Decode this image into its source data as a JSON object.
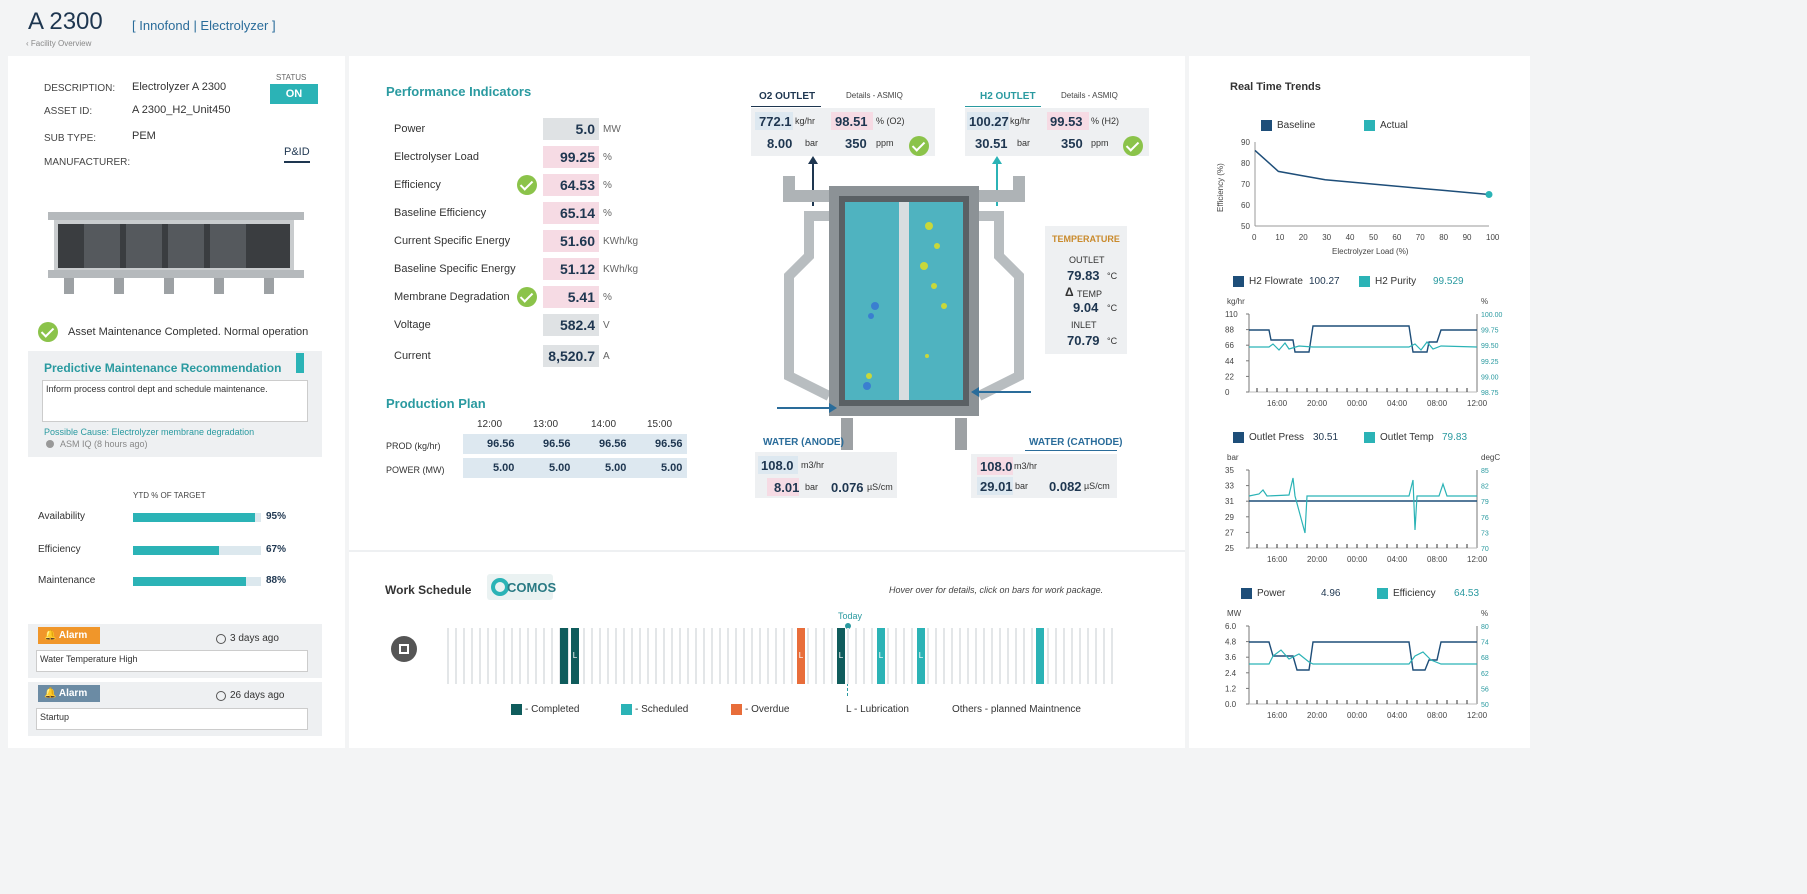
{
  "header": {
    "title": "A 2300",
    "breadcrumb": "[ Innofond | Electrolyzer ]",
    "back_link": "Facility Overview"
  },
  "asset": {
    "description_label": "DESCRIPTION:",
    "description": "Electrolyzer A 2300",
    "asset_id_label": "ASSET ID:",
    "asset_id": "A 2300_H2_Unit450",
    "subtype_label": "SUB TYPE:",
    "subtype": "PEM",
    "manufacturer_label": "MANUFACTURER:",
    "status_label": "STATUS",
    "status": "ON",
    "pid": "P&ID"
  },
  "maintenance": {
    "completed": "Asset Maintenance Completed. Normal operation",
    "recommendation_title": "Predictive Maintenance Recommendation",
    "recommendation_text": "Inform process control dept and schedule maintenance.",
    "cause": "Possible Cause: Electrolyzer membrane degradation",
    "source": "ASM IQ (8 hours ago)"
  },
  "ytd": {
    "title": "YTD % OF TARGET",
    "items": [
      {
        "label": "Availability",
        "value": "95%",
        "fraction": 0.95
      },
      {
        "label": "Efficiency",
        "value": "67%",
        "fraction": 0.67
      },
      {
        "label": "Maintenance",
        "value": "88%",
        "fraction": 0.88
      }
    ]
  },
  "alarms": [
    {
      "label": "Alarm",
      "time": "3 days ago",
      "text": "Water Temperature High",
      "color": "#f0962a"
    },
    {
      "label": "Alarm",
      "time": "26 days ago",
      "text": "Startup",
      "color": "#6b8ba4"
    }
  ],
  "performance": {
    "title": "Performance Indicators",
    "rows": [
      {
        "label": "Power",
        "value": "5.0",
        "unit": "MW"
      },
      {
        "label": "Electrolyser Load",
        "value": "99.25",
        "unit": "%"
      },
      {
        "label": "Efficiency",
        "value": "64.53",
        "unit": "%"
      },
      {
        "label": "Baseline Efficiency",
        "value": "65.14",
        "unit": "%"
      },
      {
        "label": "Current Specific Energy",
        "value": "51.60",
        "unit": "KWh/kg"
      },
      {
        "label": "Baseline Specific Energy",
        "value": "51.12",
        "unit": "KWh/kg"
      },
      {
        "label": "Membrane Degradation",
        "value": "5.41",
        "unit": "%"
      },
      {
        "label": "Voltage",
        "value": "582.4",
        "unit": "V"
      },
      {
        "label": "Current",
        "value": "8,520.7",
        "unit": "A"
      }
    ]
  },
  "production": {
    "title": "Production Plan",
    "times": [
      "12:00",
      "13:00",
      "14:00",
      "15:00"
    ],
    "prod_label": "PROD (kg/hr)",
    "prod": [
      "96.56",
      "96.56",
      "96.56",
      "96.56"
    ],
    "power_label": "POWER (MW)",
    "power": [
      "5.00",
      "5.00",
      "5.00",
      "5.00"
    ]
  },
  "o2": {
    "title": "O2 OUTLET",
    "details": "Details - ASMIQ",
    "flow": "772.1",
    "flow_unit": "kg/hr",
    "purity": "98.51",
    "purity_unit": "% (O2)",
    "pressure": "8.00",
    "pressure_unit": "bar",
    "ppm": "350",
    "ppm_unit": "ppm"
  },
  "h2": {
    "title": "H2 OUTLET",
    "details": "Details - ASMIQ",
    "flow": "100.27",
    "flow_unit": "kg/hr",
    "purity": "99.53",
    "purity_unit": "% (H2)",
    "pressure": "30.51",
    "pressure_unit": "bar",
    "ppm": "350",
    "ppm_unit": "ppm"
  },
  "temperature": {
    "title": "TEMPERATURE",
    "outlet_label": "OUTLET",
    "outlet": "79.83",
    "delta_label": "TEMP",
    "delta": "9.04",
    "inlet_label": "INLET",
    "inlet": "70.79",
    "unit": "°C"
  },
  "water_anode": {
    "title": "WATER (ANODE)",
    "flow": "108.0",
    "flow_unit": "m3/hr",
    "pressure": "8.01",
    "pressure_unit": "bar",
    "cond": "0.076",
    "cond_unit": "µS/cm"
  },
  "water_cathode": {
    "title": "WATER (CATHODE)",
    "flow": "108.0",
    "flow_unit": "m3/hr",
    "pressure": "29.01",
    "pressure_unit": "bar",
    "cond": "0.082",
    "cond_unit": "µS/cm"
  },
  "schedule": {
    "title": "Work Schedule",
    "logo": "COMOS",
    "hint": "Hover over for details, click on bars for work package.",
    "today": "Today",
    "legend": {
      "completed": "- Completed",
      "scheduled": "- Scheduled",
      "overdue": "- Overdue",
      "lubrication": "L - Lubrication",
      "others": "Others - planned Maintnence"
    },
    "lube_mark": "L"
  },
  "trends": {
    "title": "Real Time Trends",
    "chart1": {
      "legend_baseline": "Baseline",
      "legend_actual": "Actual",
      "ylabel": "Efficiency (%)",
      "xlabel": "Electrolyzer Load (%)",
      "yticks": [
        "90",
        "80",
        "70",
        "60",
        "50"
      ],
      "xticks": [
        "0",
        "10",
        "20",
        "30",
        "40",
        "50",
        "60",
        "70",
        "80",
        "90",
        "100"
      ]
    },
    "chart2": {
      "l1": "H2 Flowrate",
      "v1": "100.27",
      "l2": "H2 Purity",
      "v2": "99.529",
      "yl": "kg/hr",
      "yr": "%",
      "ylt": [
        "110",
        "88",
        "66",
        "44",
        "22",
        "0"
      ],
      "yrt": [
        "100.00",
        "99.75",
        "99.50",
        "99.25",
        "99.00",
        "98.75"
      ],
      "xt": [
        "16:00",
        "20:00",
        "00:00",
        "04:00",
        "08:00",
        "12:00"
      ]
    },
    "chart3": {
      "l1": "Outlet Press",
      "v1": "30.51",
      "l2": "Outlet Temp",
      "v2": "79.83",
      "yl": "bar",
      "yr": "degC",
      "ylt": [
        "35",
        "33",
        "31",
        "29",
        "27",
        "25"
      ],
      "yrt": [
        "85",
        "82",
        "79",
        "76",
        "73",
        "70"
      ],
      "xt": [
        "16:00",
        "20:00",
        "00:00",
        "04:00",
        "08:00",
        "12:00"
      ]
    },
    "chart4": {
      "l1": "Power",
      "v1": "4.96",
      "l2": "Efficiency",
      "v2": "64.53",
      "yl": "MW",
      "yr": "%",
      "ylt": [
        "6.0",
        "4.8",
        "3.6",
        "2.4",
        "1.2",
        "0.0"
      ],
      "yrt": [
        "80",
        "74",
        "68",
        "62",
        "56",
        "50"
      ],
      "xt": [
        "16:00",
        "20:00",
        "00:00",
        "04:00",
        "08:00",
        "12:00"
      ]
    }
  },
  "chart_data": [
    {
      "type": "line",
      "series": [
        {
          "name": "Baseline",
          "x": [
            0,
            10,
            20,
            30,
            40,
            50,
            60,
            70,
            80,
            90,
            100
          ],
          "values": [
            86,
            76,
            74,
            72,
            71,
            70,
            69,
            68,
            67,
            66,
            65
          ]
        }
      ],
      "xlabel": "Electrolyzer Load (%)",
      "ylabel": "Efficiency (%)",
      "ylim": [
        50,
        90
      ],
      "xlim": [
        0,
        100
      ]
    }
  ],
  "colors": {
    "teal": "#2bb3b6",
    "navy": "#1e4e79",
    "dark_teal": "#0f5c5c",
    "orange": "#e86d3a"
  }
}
